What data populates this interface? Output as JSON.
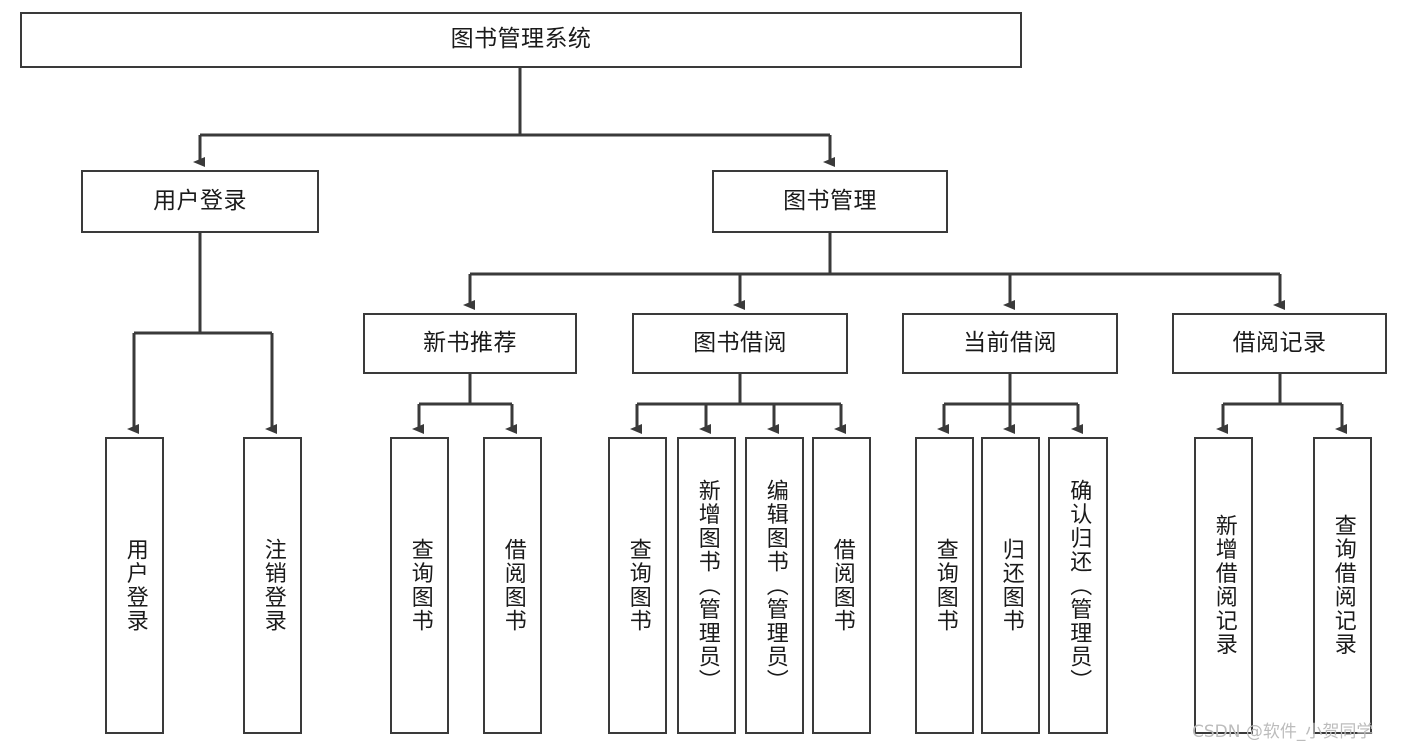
{
  "diagram": {
    "title": "图书管理系统",
    "type": "hierarchy-tree",
    "colors": {
      "stroke": "#3a3a3a",
      "fill": "#ffffff",
      "text": "#1a1a1a",
      "watermark": "#bcbcbc"
    },
    "nodes": {
      "root": {
        "label": "图书管理系统"
      },
      "level2": [
        {
          "label": "用户登录"
        },
        {
          "label": "图书管理"
        }
      ],
      "level3": [
        {
          "label": "新书推荐"
        },
        {
          "label": "图书借阅"
        },
        {
          "label": "当前借阅"
        },
        {
          "label": "借阅记录"
        }
      ],
      "leaves_user_login": [
        {
          "label": "用户登录"
        },
        {
          "label": "注销登录"
        }
      ],
      "leaves_new_book": [
        {
          "label": "查询图书"
        },
        {
          "label": "借阅图书"
        }
      ],
      "leaves_borrow": [
        {
          "label": "查询图书"
        },
        {
          "label": "新增图书（管理员）"
        },
        {
          "label": "编辑图书（管理员）"
        },
        {
          "label": "借阅图书"
        }
      ],
      "leaves_current": [
        {
          "label": "查询图书"
        },
        {
          "label": "归还图书"
        },
        {
          "label": "确认归还（管理员）"
        }
      ],
      "leaves_record": [
        {
          "label": "新增借阅记录"
        },
        {
          "label": "查询借阅记录"
        }
      ]
    },
    "watermark": "CSDN @软件_小贺同学"
  }
}
